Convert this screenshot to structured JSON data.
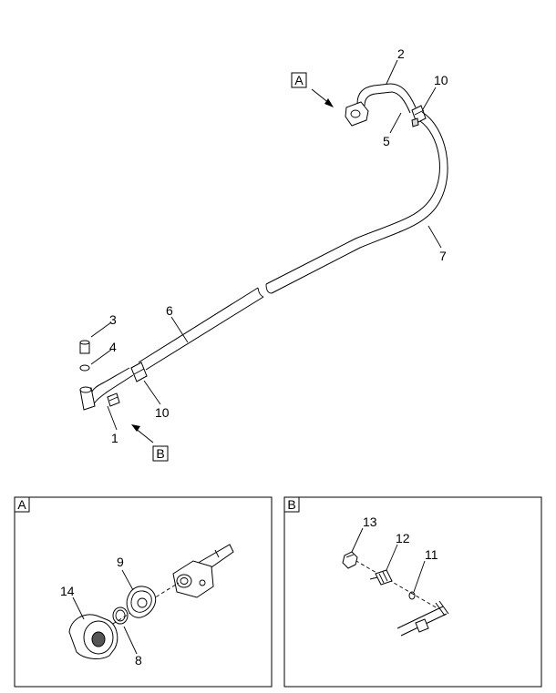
{
  "views": {
    "main": {
      "view_tags": [
        {
          "id": "tag-a",
          "label": "A"
        },
        {
          "id": "tag-b",
          "label": "B"
        }
      ],
      "callouts": [
        {
          "id": "c1",
          "label": "1"
        },
        {
          "id": "c2",
          "label": "2"
        },
        {
          "id": "c3",
          "label": "3"
        },
        {
          "id": "c4",
          "label": "4"
        },
        {
          "id": "c5",
          "label": "5"
        },
        {
          "id": "c6",
          "label": "6"
        },
        {
          "id": "c7",
          "label": "7"
        },
        {
          "id": "c10a",
          "label": "10"
        },
        {
          "id": "c10b",
          "label": "10"
        }
      ]
    },
    "detail_a": {
      "tag": "A",
      "callouts": [
        {
          "id": "c14",
          "label": "14"
        },
        {
          "id": "c9",
          "label": "9"
        },
        {
          "id": "c8",
          "label": "8"
        }
      ]
    },
    "detail_b": {
      "tag": "B",
      "callouts": [
        {
          "id": "c13",
          "label": "13"
        },
        {
          "id": "c12",
          "label": "12"
        },
        {
          "id": "c11",
          "label": "11"
        }
      ]
    }
  }
}
